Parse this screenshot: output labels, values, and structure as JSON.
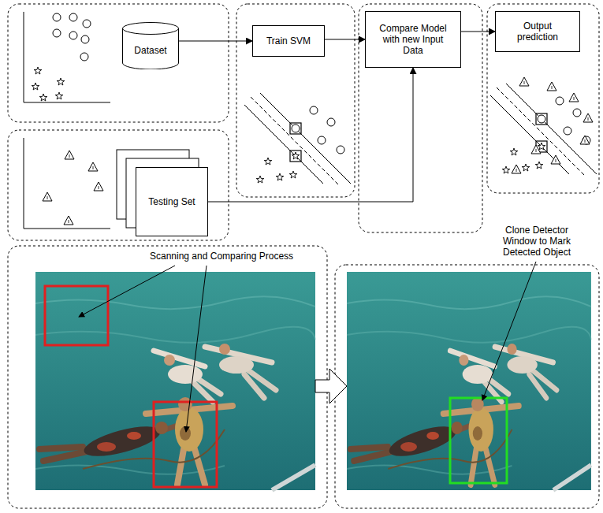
{
  "diagram": {
    "nodes": [
      {
        "text": [
          "Dataset"
        ]
      },
      {
        "text": [
          "Train SVM"
        ]
      },
      {
        "text": [
          "Compare Model with new Input Data"
        ]
      },
      {
        "text": [
          "Output prediction"
        ]
      },
      {
        "text": [
          "Testing Set"
        ]
      }
    ],
    "edges": [
      {
        "from": 0,
        "to": 1,
        "arrow": "to"
      },
      {
        "from": 1,
        "to": 2,
        "arrow": "to"
      },
      {
        "from": 4,
        "to": 2,
        "arrow": "to"
      },
      {
        "from": 2,
        "to": 3,
        "arrow": "to"
      }
    ],
    "labels": [
      "Scanning and Comparing Process",
      "Clone Detector Window to Mark Detected Object"
    ]
  }
}
